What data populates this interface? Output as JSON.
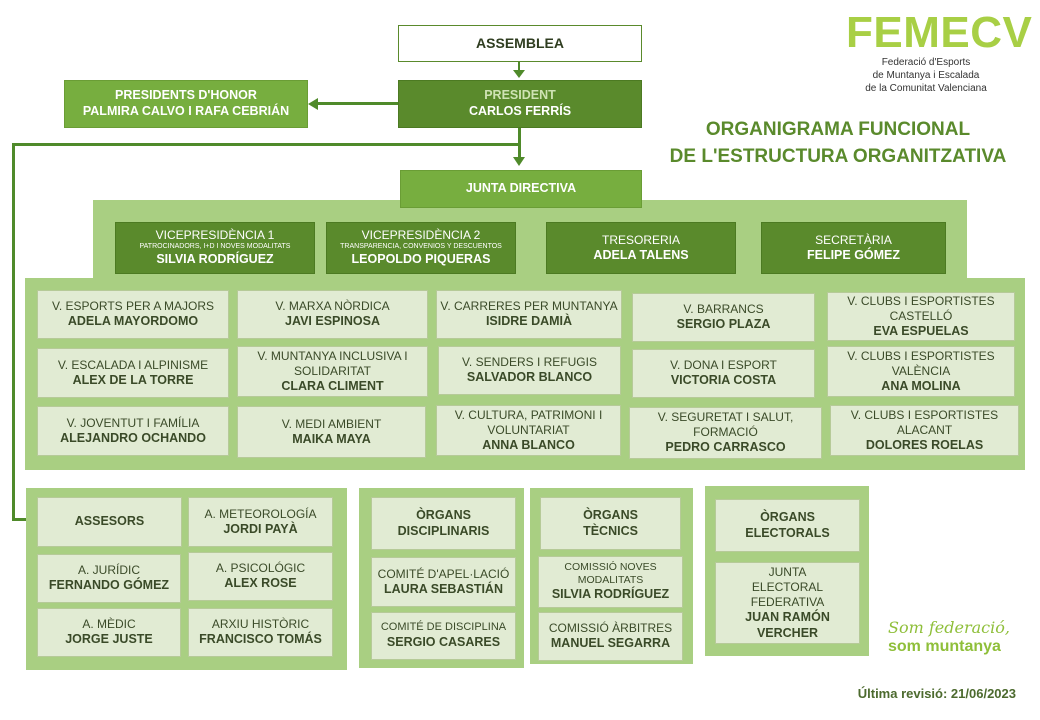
{
  "brand": {
    "logo": "FEMECV",
    "tagline": [
      "Federació d'Esports",
      "de Muntanya i Escalada",
      "de la Comunitat Valenciana"
    ]
  },
  "title": [
    "ORGANIGRAMA FUNCIONAL",
    "DE L'ESTRUCTURA ORGANITZATIVA"
  ],
  "assemblea": "ASSEMBLEA",
  "president": {
    "role": "PRESIDENT",
    "name": "CARLOS FERRÍS"
  },
  "honor": {
    "role": "PRESIDENTS D'HONOR",
    "name": "PALMIRA CALVO I RAFA CEBRIÁN"
  },
  "junta": "JUNTA DIRECTIVA",
  "vp1": {
    "role": "VICEPRESIDÈNCIA 1",
    "sub": "PATROCINADORS, I+D I NOVES MODALITATS",
    "name": "SILVIA RODRÍGUEZ"
  },
  "vp2": {
    "role": "VICEPRESIDÈNCIA 2",
    "sub": "TRANSPARENCIA, CONVENIOS Y DESCUENTOS",
    "name": "LEOPOLDO PIQUERAS"
  },
  "treasury": {
    "role": "TRESORERIA",
    "name": "ADELA TALENS"
  },
  "secretary": {
    "role": "SECRETÀRIA",
    "name": "FELIPE GÓMEZ"
  },
  "vocals": [
    {
      "role": "V. ESPORTS PER A MAJORS",
      "name": "ADELA MAYORDOMO"
    },
    {
      "role": "V. MARXA NÒRDICA",
      "name": "JAVI ESPINOSA"
    },
    {
      "role": "V. CARRERES PER MUNTANYA",
      "name": "ISIDRE DAMIÀ"
    },
    {
      "role": "V. BARRANCS",
      "name": "SERGIO PLAZA"
    },
    {
      "role": "V. CLUBS I ESPORTISTES CASTELLÓ",
      "name": "EVA ESPUELAS"
    },
    {
      "role": "V. ESCALADA I ALPINISME",
      "name": "ALEX DE LA TORRE"
    },
    {
      "role": "V. MUNTANYA INCLUSIVA I SOLIDARITAT",
      "name": "CLARA CLIMENT"
    },
    {
      "role": "V. SENDERS I REFUGIS",
      "name": "SALVADOR BLANCO"
    },
    {
      "role": "V. DONA I ESPORT",
      "name": "VICTORIA COSTA"
    },
    {
      "role": "V. CLUBS I ESPORTISTES VALÈNCIA",
      "name": "ANA MOLINA"
    },
    {
      "role": "V. JOVENTUT I FAMÍLIA",
      "name": "ALEJANDRO OCHANDO"
    },
    {
      "role": "V. MEDI AMBIENT",
      "name": "MAIKA MAYA"
    },
    {
      "role": "V. CULTURA, PATRIMONI I VOLUNTARIAT",
      "name": "ANNA BLANCO"
    },
    {
      "role": "V. SEGURETAT I SALUT, FORMACIÓ",
      "name": "PEDRO CARRASCO"
    },
    {
      "role": "V. CLUBS I ESPORTISTES ALACANT",
      "name": "DOLORES ROELAS"
    }
  ],
  "assessors": {
    "title": "ASSESORS",
    "items": [
      {
        "role": "A. METEOROLOGÍA",
        "name": "JORDI PAYÀ"
      },
      {
        "role": "A. JURÍDIC",
        "name": "FERNANDO GÓMEZ"
      },
      {
        "role": "A. PSICOLÓGIC",
        "name": "ALEX ROSE"
      },
      {
        "role": "A. MÈDIC",
        "name": "JORGE JUSTE"
      },
      {
        "role": "ARXIU HISTÒRIC",
        "name": "FRANCISCO TOMÁS"
      }
    ]
  },
  "disciplinaris": {
    "title": [
      "ÒRGANS",
      "DISCIPLINARIS"
    ],
    "items": [
      {
        "role": "COMITÉ D'APEL·LACIÓ",
        "name": "LAURA SEBASTIÁN"
      },
      {
        "role": "COMITÉ DE DISCIPLINA",
        "name": "SERGIO CASARES"
      }
    ]
  },
  "tecnics": {
    "title": [
      "ÒRGANS",
      "TÈCNICS"
    ],
    "items": [
      {
        "role": "COMISSIÓ NOVES MODALITATS",
        "name": "SILVIA RODRÍGUEZ"
      },
      {
        "role": "COMISSIÓ ÀRBITRES",
        "name": "MANUEL SEGARRA"
      }
    ]
  },
  "electorals": {
    "title": [
      "ÒRGANS",
      "ELECTORALS"
    ],
    "items": [
      {
        "role": "JUNTA ELECTORAL FEDERATIVA",
        "name": "JUAN RAMÓN VERCHER"
      }
    ]
  },
  "slogan": [
    "Som federació,",
    "som muntanya"
  ],
  "revision": "Última revisió: 21/06/2023",
  "colors": {
    "dark_green": "#5a8a2c",
    "mid_green": "#77ae3f",
    "panel_green": "#a9cf82",
    "light_box": "#e1ebd3",
    "title_green": "#5a8a2c",
    "logo_green": "#a8cf45"
  }
}
